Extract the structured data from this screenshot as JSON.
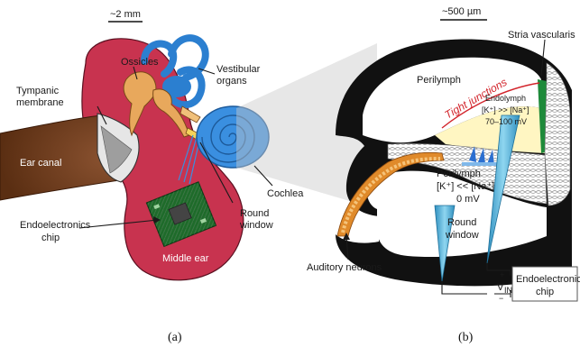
{
  "panel_a": {
    "scale_bar": "~2 mm",
    "labels": {
      "ossicles": "Ossicles",
      "vestibular_1": "Vestibular",
      "vestibular_2": "organs",
      "tympanic_1": "Tympanic",
      "tympanic_2": "membrane",
      "ear_canal": "Ear canal",
      "cochlea": "Cochlea",
      "endo_1": "Endoelectronics",
      "endo_2": "chip",
      "round_1": "Round",
      "round_2": "window",
      "middle_ear": "Middle ear"
    },
    "caption": "(a)"
  },
  "panel_b": {
    "scale_bar": "~500 µm",
    "labels": {
      "stria": "Stria vascularis",
      "perilymph_top": "Perilymph",
      "tight": "Tight junctions",
      "endolymph": "Endolymph",
      "endo_conc": "[K⁺] >> [Na⁺]",
      "endo_volt": "70–100 mV",
      "perilymph_mid": "Perilymph",
      "peri_conc": "[K⁺] << [Na⁺]",
      "peri_volt": "0 mV",
      "round_1": "Round",
      "round_2": "window",
      "auditory": "Auditory neurons",
      "chip_1": "Endoelectronic",
      "chip_2": "chip",
      "vin_plus": "+",
      "vin_minus": "−",
      "vin": "V",
      "vin_sub": "IN"
    },
    "caption": "(b)"
  },
  "colors": {
    "middle_ear": "#c8334f",
    "ossicles": "#e8a85c",
    "vestibular": "#2b7fd0",
    "cochlea": "#3a8fe0",
    "ear_canal": "#6b3a1a",
    "chip": "#1e6b2a",
    "endolymph": "#fff6c2",
    "bone": "#111111",
    "nerve": "#e08a2a",
    "electrode": "#5fb6d8",
    "tight": "#d2232a"
  }
}
